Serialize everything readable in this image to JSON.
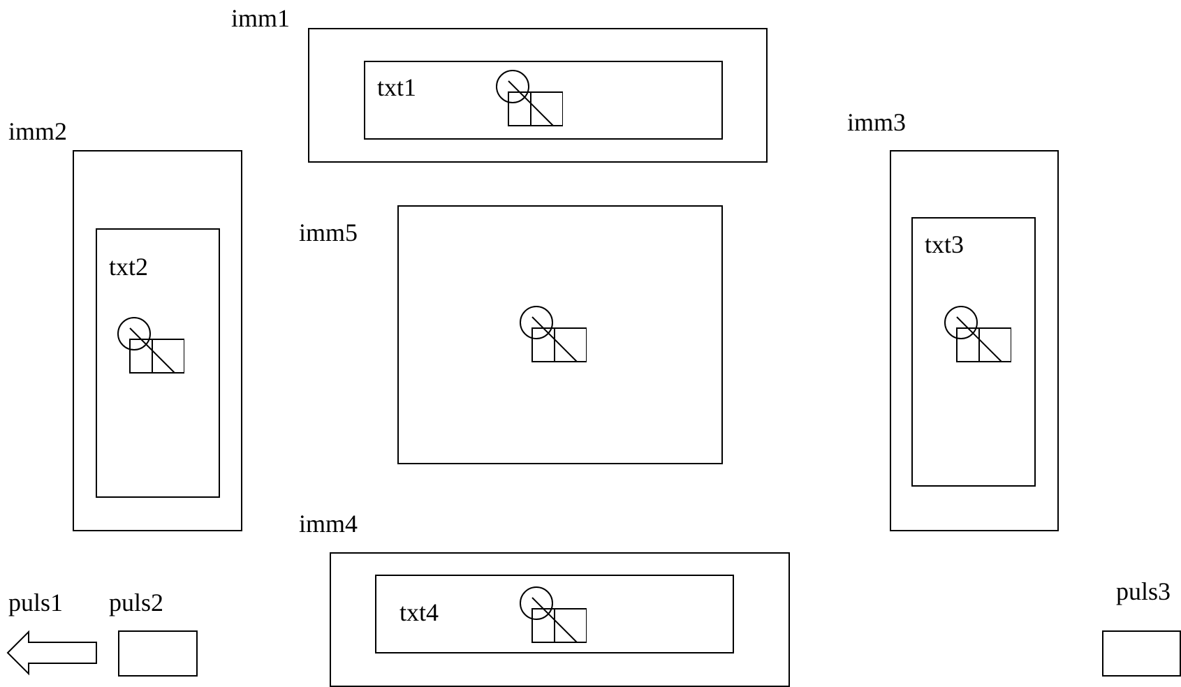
{
  "panels": {
    "imm1": {
      "label": "imm1",
      "inner_label": "txt1"
    },
    "imm2": {
      "label": "imm2",
      "inner_label": "txt2"
    },
    "imm3": {
      "label": "imm3",
      "inner_label": "txt3"
    },
    "imm4": {
      "label": "imm4",
      "inner_label": "txt4"
    },
    "imm5": {
      "label": "imm5"
    }
  },
  "buttons": {
    "puls1": {
      "label": "puls1",
      "icon": "left-arrow-icon"
    },
    "puls2": {
      "label": "puls2"
    },
    "puls3": {
      "label": "puls3"
    }
  },
  "placeholder_icon": "image-placeholder-icon",
  "colors": {
    "stroke": "#000000",
    "background": "#ffffff"
  }
}
